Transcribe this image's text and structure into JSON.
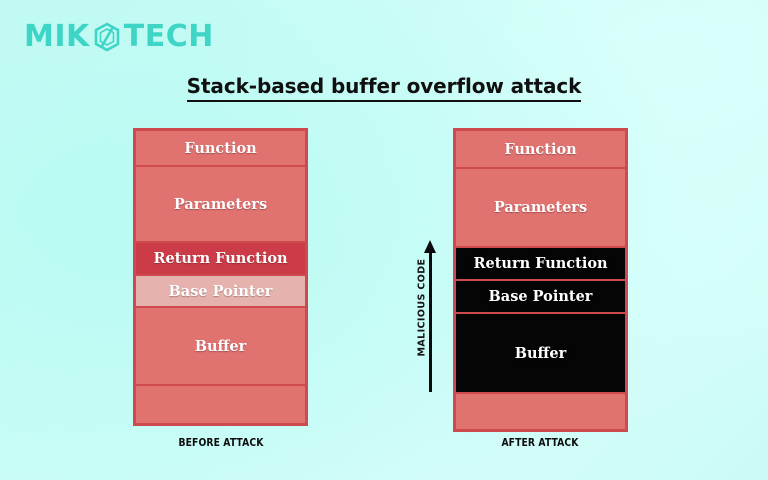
{
  "brand": {
    "name_left": "MIK",
    "name_right": "TECH",
    "mark_icon": "hexagon-slash-icon",
    "accent_color": "#3fd5c6"
  },
  "title": "Stack-based buffer overflow attack",
  "colors": {
    "background_cyan": "#cbfbf5",
    "stack_fill": "#e07270",
    "stack_border": "#cf4a4f",
    "return_highlight": "#cb3c48",
    "base_pointer_highlight": "#e6b2ae",
    "overwritten_black": "#050505",
    "text_dark": "#101010"
  },
  "diagrams": [
    {
      "id": "before",
      "caption": "BEFORE ATTACK",
      "rows": [
        {
          "label": "Function",
          "state": "normal"
        },
        {
          "label": "Parameters",
          "state": "normal"
        },
        {
          "label": "Return Function",
          "state": "dark-red"
        },
        {
          "label": "Base Pointer",
          "state": "pink"
        },
        {
          "label": "Buffer",
          "state": "normal"
        },
        {
          "label": "",
          "state": "normal"
        }
      ]
    },
    {
      "id": "after",
      "caption": "AFTER ATTACK",
      "rows": [
        {
          "label": "Function",
          "state": "normal"
        },
        {
          "label": "Parameters",
          "state": "normal"
        },
        {
          "label": "Return Function",
          "state": "black"
        },
        {
          "label": "Base Pointer",
          "state": "black"
        },
        {
          "label": "Buffer",
          "state": "black"
        },
        {
          "label": "",
          "state": "normal"
        }
      ]
    }
  ],
  "annotation": {
    "arrow_label": "MALICIOUS CODE",
    "arrow_direction": "up",
    "arrow_icon": "up-arrow-icon"
  }
}
